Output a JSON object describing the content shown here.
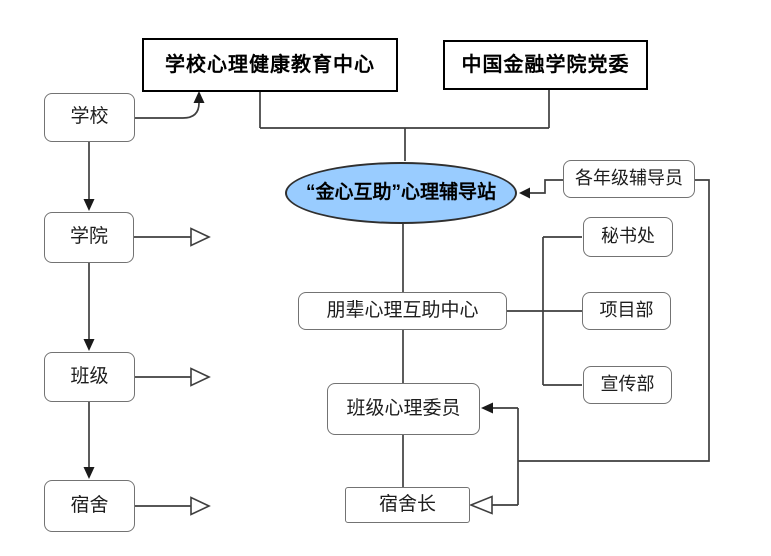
{
  "colors": {
    "station_fill": "#99CCFF",
    "ellipse_border": "#2f2f2f",
    "line": "#3f3f3f",
    "box_border": "#737373",
    "bold_border": "#000000"
  },
  "diagram": {
    "nodes": {
      "school_center": {
        "label": "学校心理健康教育中心"
      },
      "party_committee": {
        "label": "中国金融学院党委"
      },
      "station": {
        "label": "“金心互助”心理辅导站"
      },
      "counselors": {
        "label": "各年级辅导员"
      },
      "peer_center": {
        "label": "朋辈心理互助中心"
      },
      "secretariat": {
        "label": "秘书处"
      },
      "project_dept": {
        "label": "项目部"
      },
      "publicity_dept": {
        "label": "宣传部"
      },
      "class_committee": {
        "label": "班级心理委员"
      },
      "dorm_head": {
        "label": "宿舍长"
      },
      "school": {
        "label": "学校"
      },
      "college": {
        "label": "学院"
      },
      "class": {
        "label": "班级"
      },
      "dorm": {
        "label": "宿舍"
      }
    }
  }
}
